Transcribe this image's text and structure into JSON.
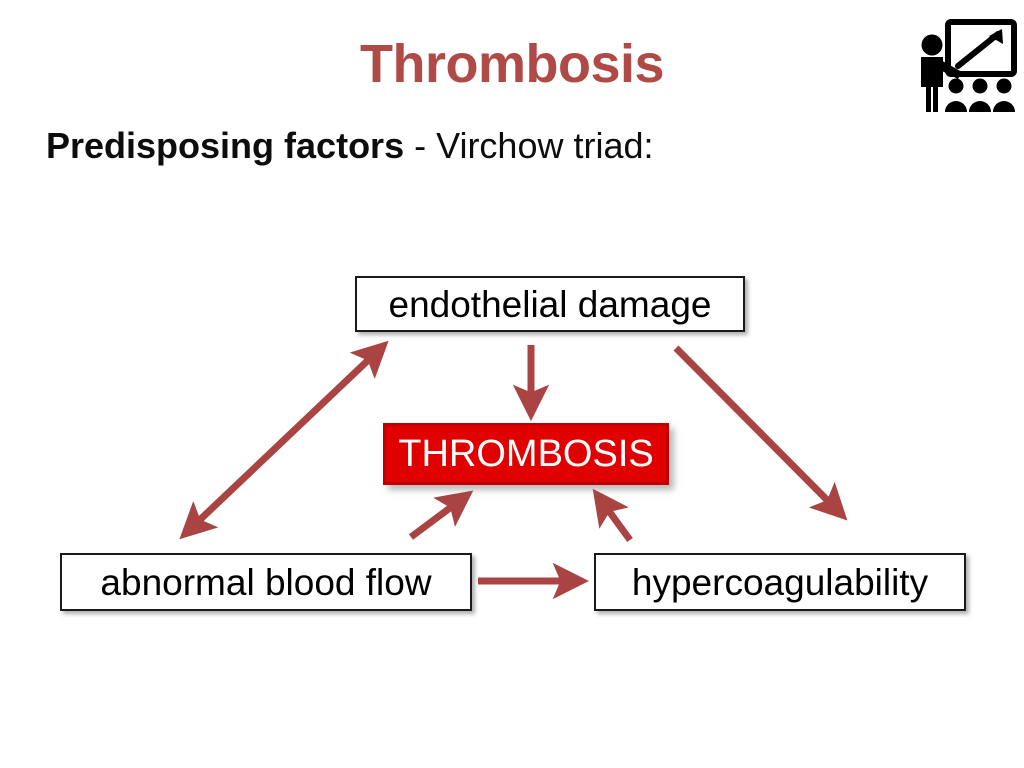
{
  "slide": {
    "title": "Thrombosis",
    "subtitle_bold": "Predisposing factors",
    "subtitle_rest": " - Virchow triad:",
    "background_color": "#FFFFFF"
  },
  "icons": {
    "lecture": "lecture-presentation-icon"
  },
  "colors": {
    "title_red": "#B04A47",
    "arrow_red": "#A94442",
    "center_box_fill": "#E00000",
    "center_box_border": "#C00000",
    "box_border": "#1A1A1A",
    "text_black": "#000000",
    "center_text": "#FFFFFF"
  },
  "diagram": {
    "type": "virchow-triad",
    "nodes": [
      {
        "id": "endothelial",
        "label": "endothelial damage",
        "style": "white-box"
      },
      {
        "id": "thrombosis",
        "label": "THROMBOSIS",
        "style": "red-box"
      },
      {
        "id": "bloodflow",
        "label": "abnormal blood flow",
        "style": "white-box"
      },
      {
        "id": "hypercoag",
        "label": "hypercoagulability",
        "style": "white-box"
      }
    ],
    "edges": [
      {
        "from": "bloodflow",
        "to": "endothelial",
        "heads": "double",
        "direction": "diagonal-up-right"
      },
      {
        "from": "endothelial",
        "to": "hypercoag",
        "heads": "single",
        "direction": "diagonal-down-right"
      },
      {
        "from": "endothelial",
        "to": "thrombosis",
        "heads": "single",
        "direction": "down"
      },
      {
        "from": "bloodflow",
        "to": "thrombosis",
        "heads": "single",
        "direction": "up-right"
      },
      {
        "from": "hypercoag",
        "to": "thrombosis",
        "heads": "single",
        "direction": "up-left"
      },
      {
        "from": "bloodflow",
        "to": "hypercoag",
        "heads": "single",
        "direction": "right"
      }
    ]
  }
}
